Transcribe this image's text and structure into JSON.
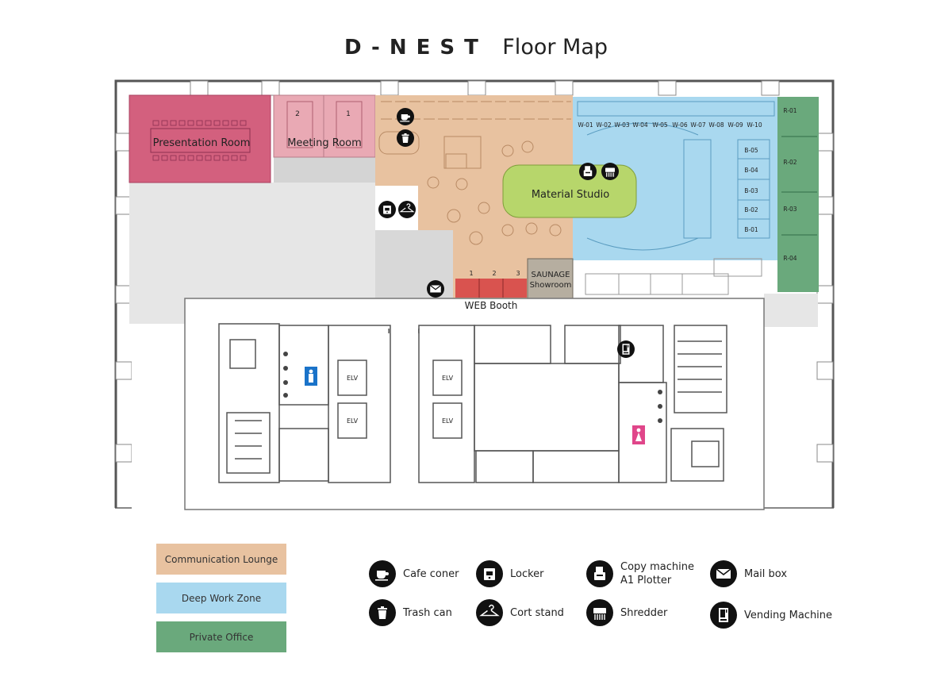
{
  "header": {
    "logo": "D-NEST",
    "title": "Floor Map"
  },
  "rooms": {
    "presentation": "Presentation Room",
    "meeting": "Meeting Room",
    "meeting_1": "1",
    "meeting_2": "2",
    "material_studio": "Material Studio",
    "saunage_line1": "SAUNAGE",
    "saunage_line2": "Showroom",
    "web_booth": "WEB Booth",
    "booth_numbers": [
      "1",
      "2",
      "3"
    ],
    "elevator": "ELV"
  },
  "desks": {
    "window": [
      "W-01",
      "W-02",
      "W-03",
      "W-04",
      "W-05",
      "W-06",
      "W-07",
      "W-08",
      "W-09",
      "W-10"
    ],
    "booths": [
      "B-05",
      "B-04",
      "B-03",
      "B-02",
      "B-01"
    ],
    "private": [
      "R-01",
      "R-02",
      "R-03",
      "R-04"
    ]
  },
  "colors": {
    "communication_lounge": "#e8c2a0",
    "deep_work_zone": "#a9d8ef",
    "private_office": "#6aa97c",
    "presentation_room": "#d3607e",
    "meeting_room": "#e9a9b4",
    "material_studio": "#b7d66b",
    "booth_red": "#d9534f",
    "gray_area": "#e6e6e6"
  },
  "legend": {
    "zones": [
      {
        "label": "Communication Lounge",
        "color": "#e8c2a0"
      },
      {
        "label": "Deep Work Zone",
        "color": "#a9d8ef"
      },
      {
        "label": "Private Office",
        "color": "#6aa97c"
      }
    ],
    "icons": [
      {
        "icon": "cafe-icon",
        "label": "Cafe coner"
      },
      {
        "icon": "trash-icon",
        "label": "Trash can"
      },
      {
        "icon": "locker-icon",
        "label": "Locker"
      },
      {
        "icon": "coat-stand-icon",
        "label": "Cort stand"
      },
      {
        "icon": "copy-machine-icon",
        "label": "Copy machine\nA1 Plotter"
      },
      {
        "icon": "shredder-icon",
        "label": "Shredder"
      },
      {
        "icon": "mail-icon",
        "label": "Mail box"
      },
      {
        "icon": "vending-machine-icon",
        "label": "Vending Machine"
      }
    ]
  }
}
